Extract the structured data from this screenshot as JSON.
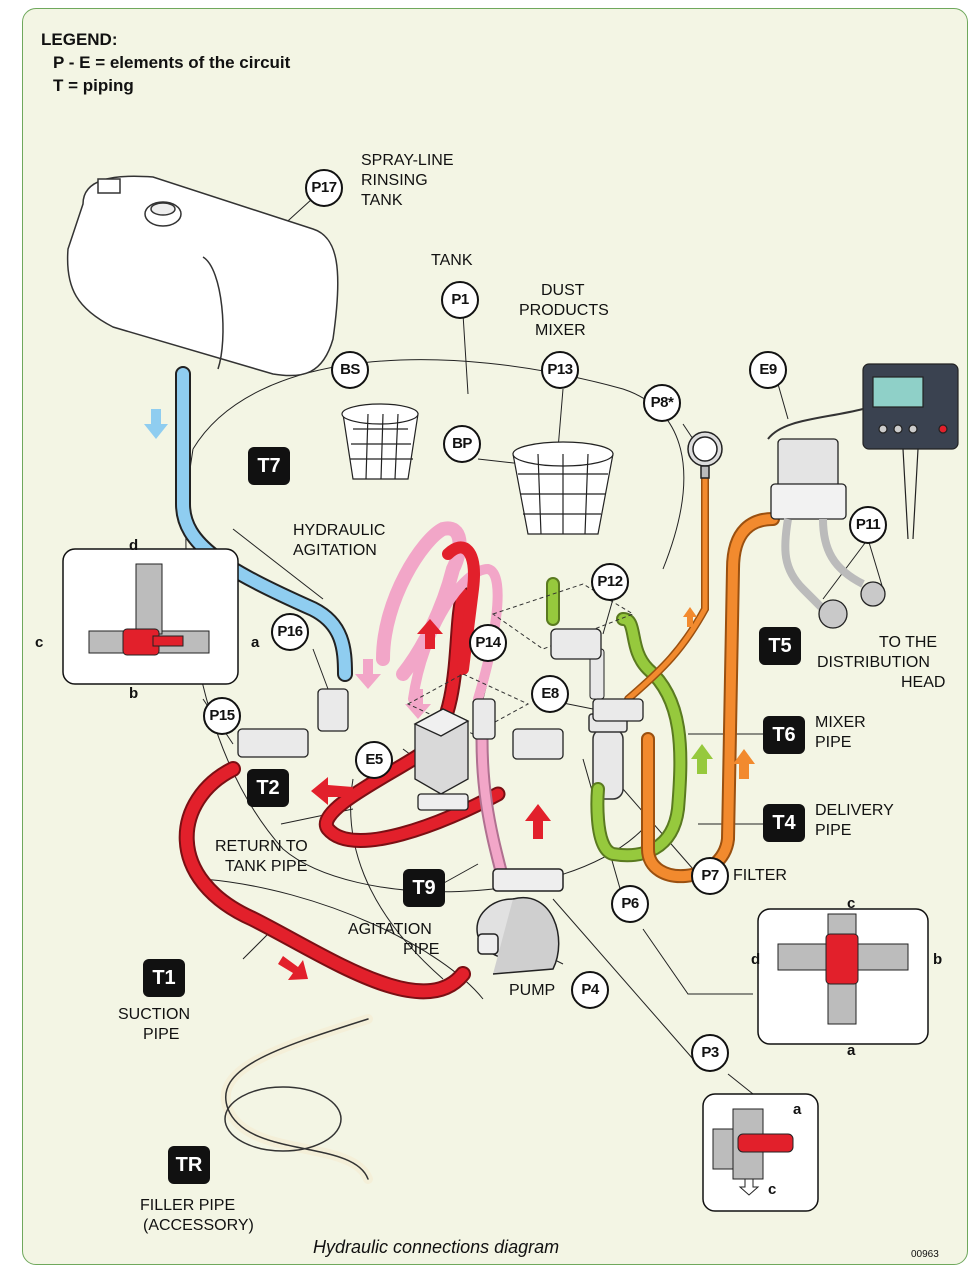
{
  "legend": {
    "title": "LEGEND:",
    "line1": "P - E = elements of the circuit",
    "line2": "T = piping"
  },
  "caption": "Hydraulic connections diagram",
  "figure_code": "00963",
  "element_labels": {
    "p17": "P17",
    "p1": "P1",
    "p13": "P13",
    "bs": "BS",
    "bp": "BP",
    "p8": "P8*",
    "e9": "E9",
    "p11": "P11",
    "p12": "P12",
    "p14": "P14",
    "p16": "P16",
    "p15": "P15",
    "e8": "E8",
    "e5": "E5",
    "p7": "P7",
    "p6": "P6",
    "p4": "P4",
    "p3": "P3"
  },
  "pipe_labels": {
    "t7": "T7",
    "t5": "T5",
    "t6": "T6",
    "t4": "T4",
    "t2": "T2",
    "t9": "T9",
    "t1": "T1",
    "tr": "TR"
  },
  "texts": {
    "spray_line": "SPRAY-LINE",
    "rinsing": "RINSING",
    "tank_small": "TANK",
    "tank": "TANK",
    "dust": "DUST",
    "products": "PRODUCTS",
    "mixer": "MIXER",
    "hydraulic": "HYDRAULIC",
    "agitation": "AGITATION",
    "to_the": "TO THE",
    "distribution": "DISTRIBUTION",
    "head": "HEAD",
    "mixer2": "MIXER",
    "pipe_t6": "PIPE",
    "delivery": "DELIVERY",
    "pipe_t4": "PIPE",
    "filter": "FILTER",
    "return_to": "RETURN TO",
    "tank_pipe": "TANK PIPE",
    "agitation2": "AGITATION",
    "pipe_t9": "PIPE",
    "pump": "PUMP",
    "suction": "SUCTION",
    "pipe_t1": "PIPE",
    "filler_pipe": "FILLER PIPE",
    "accessory": "(ACCESSORY)"
  },
  "valve_ports": {
    "p15_a": "a",
    "p15_b": "b",
    "p15_c": "c",
    "p15_d": "d",
    "p6_a": "a",
    "p6_b": "b",
    "p6_c": "c",
    "p6_d": "d",
    "p3_a": "a",
    "p3_c": "c"
  },
  "colors": {
    "suction": "#e2202b",
    "return": "#e2202b",
    "agitation": "#f2a6c8",
    "rinse": "#8fcdf0",
    "delivery": "#f28a2e",
    "mixer": "#96c93d"
  }
}
